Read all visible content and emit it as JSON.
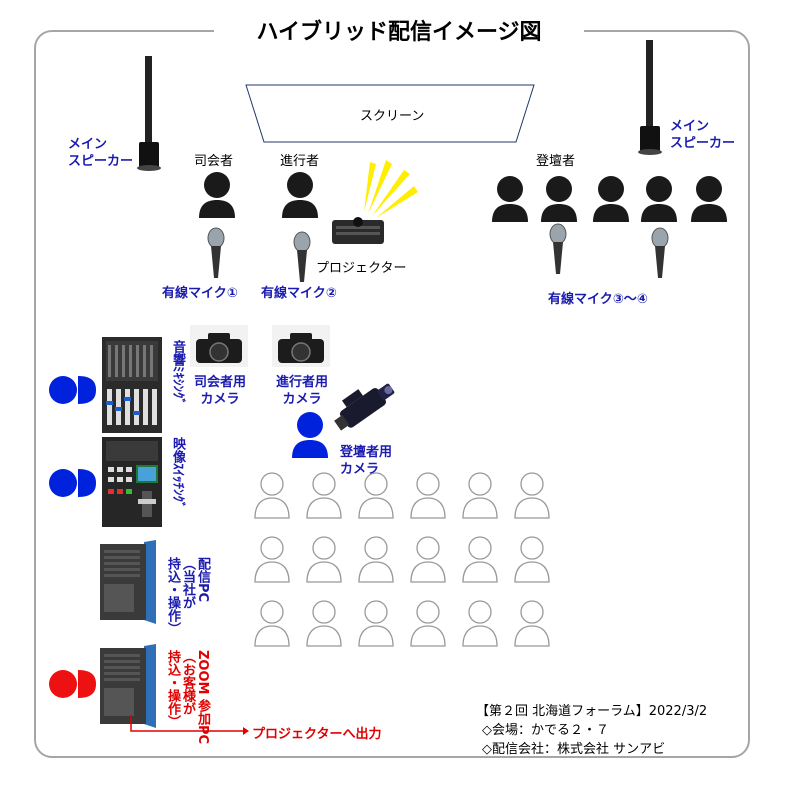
{
  "title": "ハイブリッド配信イメージ図",
  "screen": {
    "label": "スクリーン"
  },
  "speakers": {
    "left_label": "メイン\nスピーカー",
    "right_label": "メイン\nスピーカー"
  },
  "roles": {
    "mc": "司会者",
    "moderator": "進行者",
    "panel": "登壇者"
  },
  "projector": {
    "label": "プロジェクター"
  },
  "mics": {
    "mic1": "有線マイク①",
    "mic2": "有線マイク②",
    "mic34": "有線マイク③～④"
  },
  "cameras": {
    "mc_cam": "司会者用\nカメラ",
    "moderator_cam": "進行者用\nカメラ",
    "panel_cam": "登壇者用\nカメラ"
  },
  "equipment": {
    "audio_mixer": "音響ﾐｷｼﾝｸﾞ",
    "video_switcher": "映像ｽｲｯﾁﾝｸﾞ",
    "stream_pc": "配信PC\n（当社が\n持込・操作）",
    "zoom_pc": "ZOOM 参加PC\n（お客様が\n持込・操作）"
  },
  "output": {
    "label": "プロジェクターへ出力"
  },
  "info": {
    "line1": "【第２回 北海道フォーラム】2022/3/2",
    "line2": "◇会場：かでる２・７",
    "line3": "◇配信会社：株式会社 サンアビ"
  },
  "colors": {
    "operator_blue": "#0022dd",
    "client_red": "#ee1111",
    "label_blue": "#1b1bb0",
    "output_red": "#e00000"
  }
}
